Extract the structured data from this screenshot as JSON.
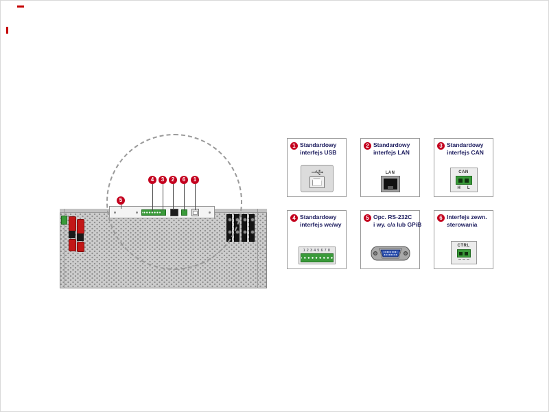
{
  "rear_panel": {
    "callouts": [
      {
        "num": "5"
      },
      {
        "num": "4"
      },
      {
        "num": "3"
      },
      {
        "num": "2"
      },
      {
        "num": "6"
      },
      {
        "num": "1"
      }
    ]
  },
  "info_boxes": [
    {
      "num": "1",
      "line1": "Standardowy",
      "line2": "interfejs USB"
    },
    {
      "num": "2",
      "line1": "Standardowy",
      "line2": "interfejs LAN",
      "icon_label": "LAN"
    },
    {
      "num": "3",
      "line1": "Standardowy",
      "line2": "interfejs CAN",
      "icon_label": "CAN",
      "pin_left": "H",
      "pin_right": "L"
    },
    {
      "num": "4",
      "line1": "Standardowy",
      "line2": "interfejs we/wy",
      "pin_numbers": "1 2 3 4 5 6 7 8"
    },
    {
      "num": "5",
      "line1": "Opc. RS-232C",
      "line2": "i wy. c/a lub GPiB"
    },
    {
      "num": "6",
      "line1": "Interfejs zewn.",
      "line2": "sterowania",
      "icon_label": "CTRL"
    }
  ],
  "colors": {
    "badge_red": "#c4001e",
    "label_text": "#1c1c5e",
    "connector_green": "#3a9a3a",
    "gpib_blue": "#2a4fae"
  }
}
